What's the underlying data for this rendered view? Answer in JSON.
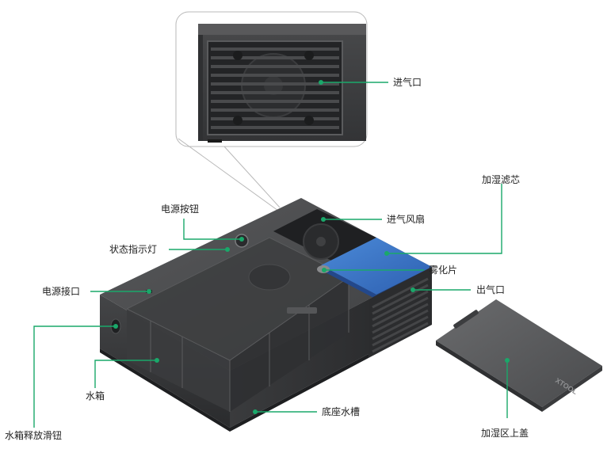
{
  "accent_color": "#1aa86a",
  "labels": {
    "intake_vent": "进气口",
    "humidifier_filter": "加湿滤芯",
    "power_button": "电源按钮",
    "intake_fan": "进气风扇",
    "status_indicator": "状态指示灯",
    "atomizer": "雾化片",
    "power_port": "电源接口",
    "outlet_vent": "出气口",
    "water_tank": "水箱",
    "tank_release_slider": "水箱释放滑钮",
    "base_water_tray": "底座水槽",
    "humidifier_top_cover": "加湿区上盖"
  },
  "icons": {
    "fan": "fan-icon",
    "logo": "xtool-logo"
  },
  "brand": {
    "logo_text": "XTOOL"
  }
}
